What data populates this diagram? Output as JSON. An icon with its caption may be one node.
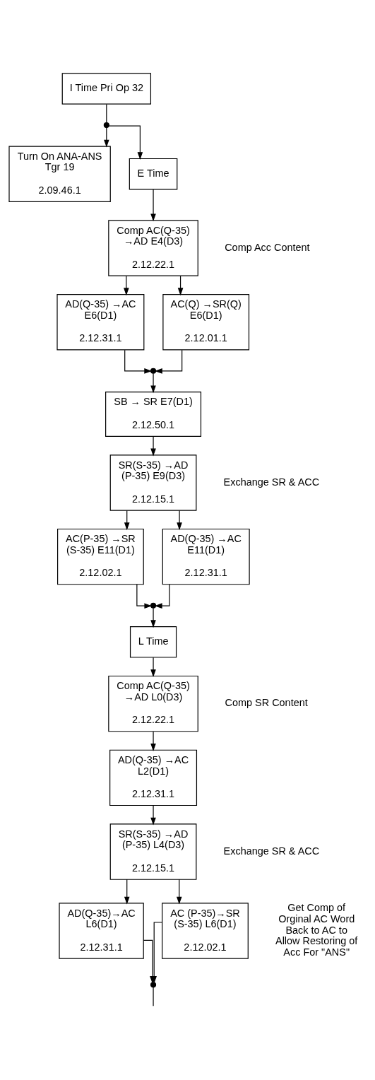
{
  "diagram": {
    "nodes": [
      {
        "text": [
          "I Time Pri Op 32"
        ]
      },
      {
        "text": [],
        "shape": "circle"
      },
      {
        "text": [
          "Turn On ANA-ANS Tgr 19",
          "2.09.46.1"
        ]
      },
      {
        "text": [
          "E Time"
        ]
      },
      {
        "text": [
          "Comp AC(Q-35) →AD E4(D3)",
          "2.12.22.1"
        ],
        "beside": [
          "Comp Acc Content"
        ]
      },
      {
        "text": [
          "AD(Q-35) →AC E6(D1)",
          "2.12.31.1"
        ]
      },
      {
        "text": [
          "AC(Q) →SR(Q) E6(D1)",
          "2.12.01.1"
        ]
      },
      {
        "text": [],
        "shape": "circle"
      },
      {
        "text": [
          "SB → SR E7(D1)",
          "2.12.50.1"
        ]
      },
      {
        "text": [
          "SR(S-35) →AD (P-35) E9(D3)",
          "2.12.15.1"
        ],
        "beside": [
          "Exchange SR & ACC"
        ]
      },
      {
        "text": [
          "AC(P-35) →SR (S-35) E11(D1)",
          "2.12.02.1"
        ]
      },
      {
        "text": [
          "AD(Q-35) →AC E11(D1)",
          "2.12.31.1"
        ]
      },
      {
        "text": [],
        "shape": "circle"
      },
      {
        "text": [
          "L Time"
        ]
      },
      {
        "text": [
          "Comp AC(Q-35) →AD L0(D3)",
          "2.12.22.1"
        ],
        "beside": [
          "Comp SR Content"
        ]
      },
      {
        "text": [
          "AD(Q-35) →AC L2(D1)",
          "2.12.31.1"
        ]
      },
      {
        "text": [
          "SR(S-35) →AD (P-35) L4(D3)",
          "2.12.15.1"
        ],
        "beside": [
          "Exchange SR & ACC"
        ]
      },
      {
        "text": [
          "AD(Q-35)→AC L6(D1)",
          "2.12.31.1"
        ]
      },
      {
        "text": [
          "AC (P-35)→SR (S-35) L6(D1)",
          "2.12.02.1"
        ],
        "beside": [
          "Get Comp of Orginal AC Word Back to AC to Allow Restoring of Acc For \"ANS\""
        ]
      },
      {
        "text": [],
        "shape": "circle"
      }
    ],
    "edges": [
      {
        "from": 0,
        "to": 1,
        "arrow": "none"
      },
      {
        "from": 1,
        "to": 2,
        "arrow": "to"
      },
      {
        "from": 1,
        "to": 3,
        "arrow": "to"
      },
      {
        "from": 3,
        "to": 4,
        "arrow": "to"
      },
      {
        "from": 4,
        "to": 5,
        "arrow": "to"
      },
      {
        "from": 4,
        "to": 6,
        "arrow": "to"
      },
      {
        "from": 5,
        "to": 7,
        "arrow": "to"
      },
      {
        "from": 6,
        "to": 7,
        "arrow": "to"
      },
      {
        "from": 7,
        "to": 8,
        "arrow": "to"
      },
      {
        "from": 8,
        "to": 9,
        "arrow": "to"
      },
      {
        "from": 9,
        "to": 10,
        "arrow": "to"
      },
      {
        "from": 9,
        "to": 11,
        "arrow": "to"
      },
      {
        "from": 10,
        "to": 12,
        "arrow": "to"
      },
      {
        "from": 11,
        "to": 12,
        "arrow": "to"
      },
      {
        "from": 12,
        "to": 13,
        "arrow": "to"
      },
      {
        "from": 13,
        "to": 14,
        "arrow": "to"
      },
      {
        "from": 14,
        "to": 15,
        "arrow": "to"
      },
      {
        "from": 15,
        "to": 16,
        "arrow": "to"
      },
      {
        "from": 16,
        "to": 17,
        "arrow": "to"
      },
      {
        "from": 16,
        "to": 18,
        "arrow": "to"
      },
      {
        "from": 17,
        "to": 19,
        "arrow": "to"
      },
      {
        "from": 18,
        "to": 19,
        "arrow": "to"
      },
      {
        "from": 19,
        "to": null,
        "arrow": "none"
      }
    ]
  }
}
